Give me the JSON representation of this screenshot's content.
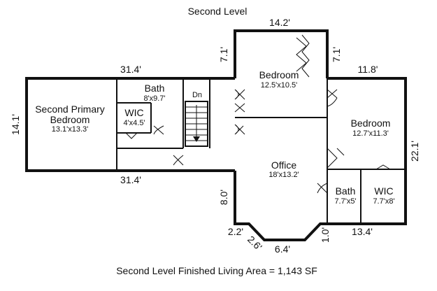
{
  "title": "Second Level",
  "footer": "Second Level Finished Living Area = 1,143 SF",
  "rooms": {
    "primary": {
      "name1": "Second Primary",
      "name2": "Bedroom",
      "size": "13.1'x13.3'"
    },
    "bath1": {
      "name": "Bath",
      "size": "8'x9.7'"
    },
    "wic1": {
      "name": "WIC",
      "size": "4'x4.5'"
    },
    "stair": {
      "name": "Dn"
    },
    "bedroom_top": {
      "name": "Bedroom",
      "size": "12.5'x10.5'"
    },
    "bedroom_right": {
      "name": "Bedroom",
      "size": "12.7'x11.3'"
    },
    "office": {
      "name": "Office",
      "size": "18'x13.2'"
    },
    "bath2": {
      "name": "Bath",
      "size": "7.7'x5'"
    },
    "wic2": {
      "name": "WIC",
      "size": "7.7'x8'"
    }
  },
  "dimensions": {
    "top_center": "14.2'",
    "left_top": "31.4'",
    "left_bottom": "31.4'",
    "left_side": "14.1'",
    "tower_left": "7.1'",
    "tower_right": "7.1'",
    "right_top": "11.8'",
    "right_side": "22.1'",
    "office_left": "8.0'",
    "bay_left": "2.2'",
    "bay_diag": "2.6'",
    "bay_bottom": "6.4'",
    "bay_right": "1.0'",
    "bottom_right": "13.4'"
  }
}
